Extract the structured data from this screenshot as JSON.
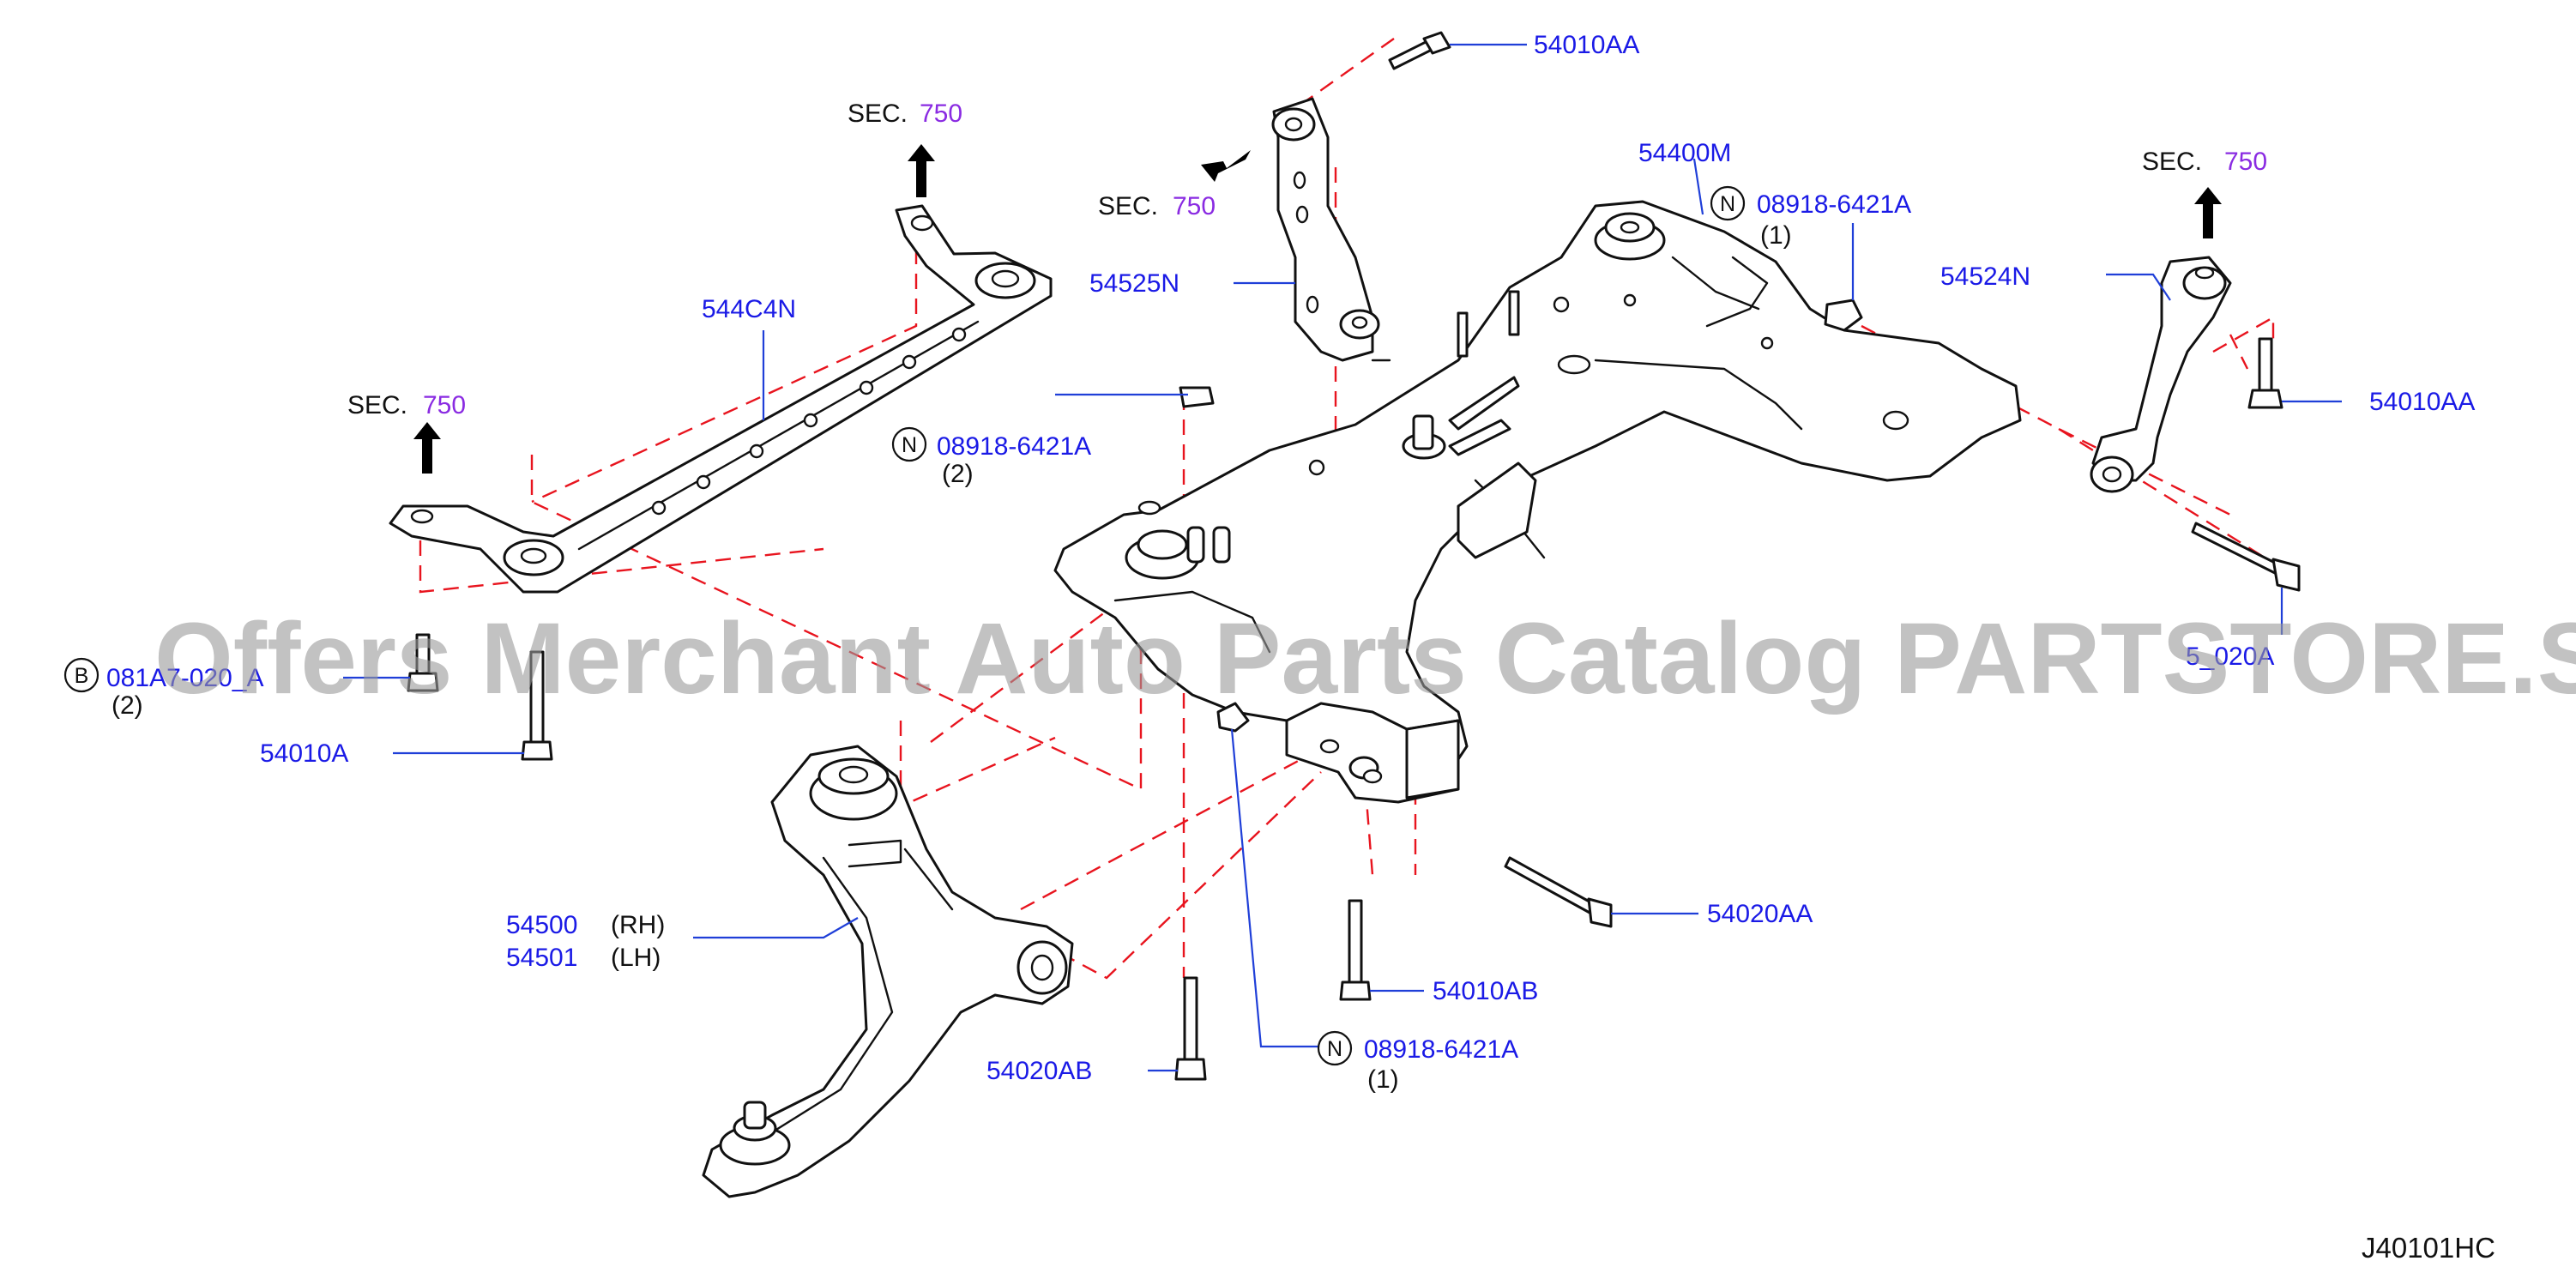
{
  "diagram_code": "J40101HC",
  "watermark": "Offers Merchant Auto Parts Catalog PARTSTORE.SA",
  "section_refs": {
    "sec_prefix": "SEC.",
    "sec_number": "750"
  },
  "parts": {
    "bolt_top": "54010AA",
    "bolt_right": "54010AA",
    "member": "54400M",
    "nut_right": "08918-6421A",
    "nut_right_qty": "(1)",
    "bracket_center": "54525N",
    "link_right": "54524N",
    "stay": "544C4N",
    "nut_center": "08918-6421A",
    "nut_center_qty": "(2)",
    "bolt_left_b": "081A7-020_A",
    "bolt_left_b_qty": "(2)",
    "bolt_left": "54010A",
    "bolt_right_long": "5_020A",
    "arm_rh": "54500",
    "arm_rh_side": "(RH)",
    "arm_lh": "54501",
    "arm_lh_side": "(LH)",
    "bolt_center_long": "54020AA",
    "bolt_center_short": "54010AB",
    "bolt_bottom": "54020AB",
    "nut_bottom": "08918-6421A",
    "nut_bottom_qty": "(1)"
  },
  "markers": {
    "nut": "N",
    "bolt": "B"
  },
  "icons": [
    "up-arrow-icon",
    "diagonal-arrow-icon"
  ]
}
